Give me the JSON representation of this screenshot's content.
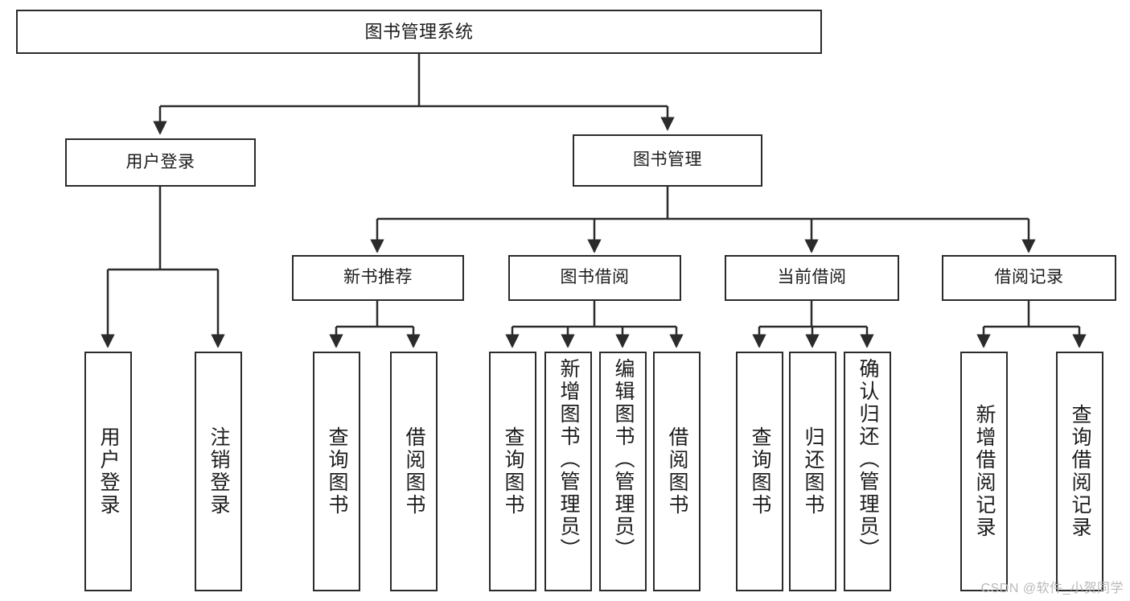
{
  "diagram": {
    "title": "图书管理系统",
    "type": "tree-hierarchy-chart",
    "watermark": "CSDN @软件_小贺同学",
    "colors": {
      "stroke": "#2b2b2b",
      "fill": "#ffffff",
      "text": "#1c1c1c",
      "watermark": "#b9b9b9"
    },
    "root": {
      "label": "图书管理系统"
    },
    "level2": [
      {
        "id": "user-login",
        "label": "用户登录"
      },
      {
        "id": "book-manage",
        "label": "图书管理"
      }
    ],
    "level3": [
      {
        "id": "new-book-recommend",
        "label": "新书推荐",
        "parent": "book-manage"
      },
      {
        "id": "book-borrow",
        "label": "图书借阅",
        "parent": "book-manage"
      },
      {
        "id": "current-borrow",
        "label": "当前借阅",
        "parent": "book-manage"
      },
      {
        "id": "borrow-record",
        "label": "借阅记录",
        "parent": "book-manage"
      }
    ],
    "leaves": {
      "user-login": [
        {
          "id": "leaf-user-login",
          "label": "用户登录"
        },
        {
          "id": "leaf-user-logout",
          "label": "注销登录"
        }
      ],
      "new-book-recommend": [
        {
          "id": "leaf-query-book-1",
          "label": "查询图书"
        },
        {
          "id": "leaf-borrow-book-1",
          "label": "借阅图书"
        }
      ],
      "book-borrow": [
        {
          "id": "leaf-query-book-2",
          "label": "查询图书"
        },
        {
          "id": "leaf-add-book-admin",
          "label": "新增图书（管理员）"
        },
        {
          "id": "leaf-edit-book-admin",
          "label": "编辑图书（管理员）"
        },
        {
          "id": "leaf-borrow-book-2",
          "label": "借阅图书"
        }
      ],
      "current-borrow": [
        {
          "id": "leaf-query-book-3",
          "label": "查询图书"
        },
        {
          "id": "leaf-return-book",
          "label": "归还图书"
        },
        {
          "id": "leaf-confirm-return-admin",
          "label": "确认归还（管理员）"
        }
      ],
      "borrow-record": [
        {
          "id": "leaf-add-borrow-record",
          "label": "新增借阅记录"
        },
        {
          "id": "leaf-query-borrow-record",
          "label": "查询借阅记录"
        }
      ]
    }
  }
}
